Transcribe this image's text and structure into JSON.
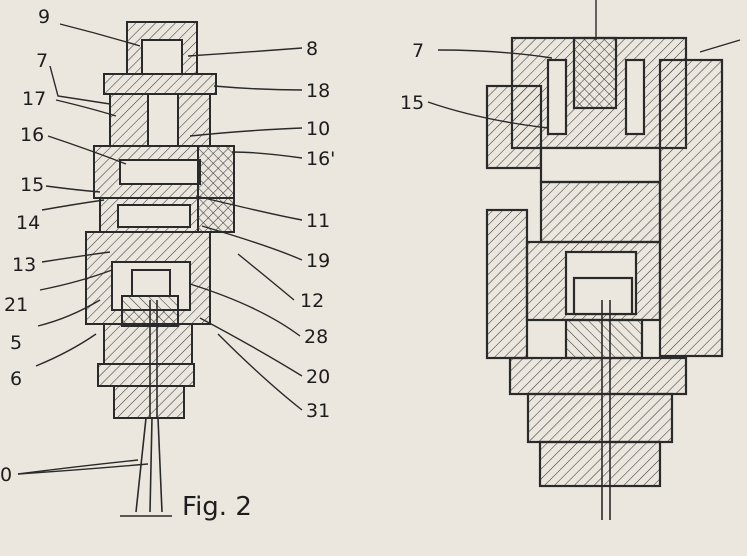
{
  "figure": {
    "caption": "Fig. 2",
    "left_labels": [
      "9",
      "7",
      "17",
      "16",
      "15",
      "14",
      "13",
      "21",
      "5",
      "6",
      "0"
    ],
    "right_labels": [
      "8",
      "18",
      "10",
      "16'",
      "11",
      "19",
      "12",
      "28",
      "20",
      "31"
    ],
    "right_view_labels": [
      "7",
      "15"
    ],
    "colors": {
      "ink": "#2a2a2a",
      "paper": "#ece7de"
    }
  }
}
